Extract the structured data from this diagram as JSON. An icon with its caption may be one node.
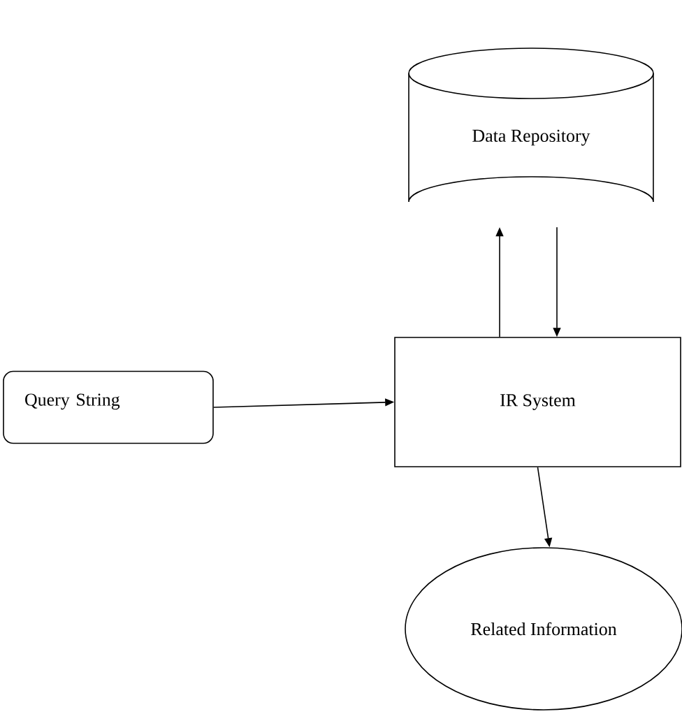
{
  "diagram": {
    "nodes": [
      {
        "text": [
          "Data Repository"
        ]
      },
      {
        "text": [
          "Query String"
        ]
      },
      {
        "text": [
          "IR System"
        ]
      },
      {
        "text": [
          "Related Information"
        ]
      }
    ],
    "edges": [
      {
        "from": 2,
        "to": 0,
        "arrow": "to"
      },
      {
        "from": 0,
        "to": 2,
        "arrow": "to"
      },
      {
        "from": 1,
        "to": 2,
        "arrow": "to"
      },
      {
        "from": 2,
        "to": 3,
        "arrow": "to"
      }
    ]
  }
}
